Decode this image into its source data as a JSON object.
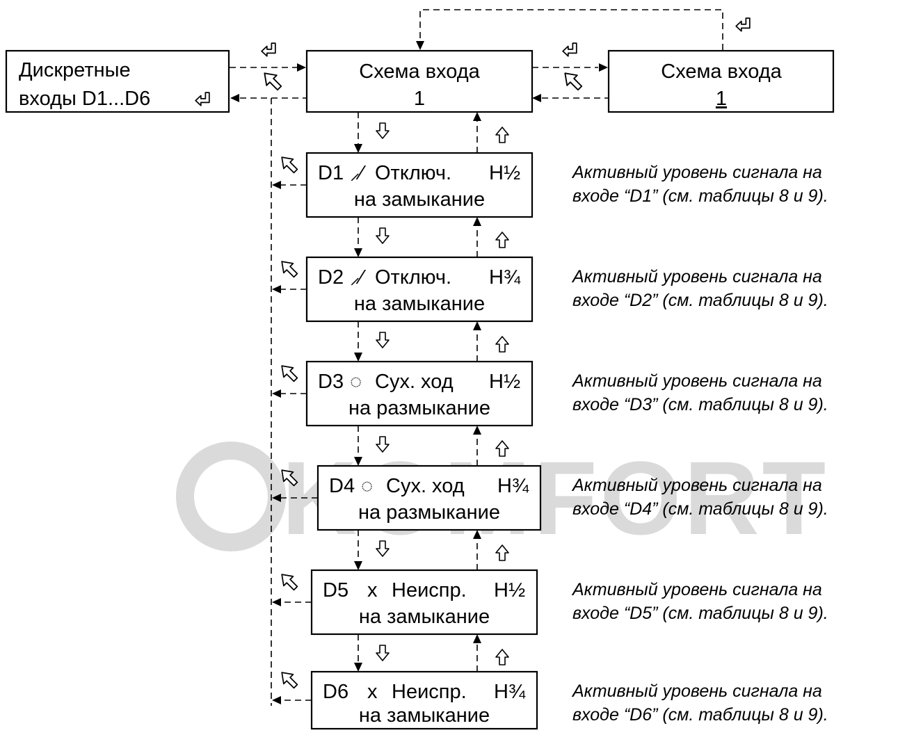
{
  "watermark": "KOMFORT",
  "root": {
    "line1": "Дискретные",
    "line2": "входы D1...D6",
    "enter_icon": "enter-key-icon"
  },
  "scheme_view": {
    "line1": "Схема входа",
    "line2": "1"
  },
  "scheme_edit": {
    "line1": "Схема входа",
    "line2": "1"
  },
  "inputs": [
    {
      "id": "D1",
      "icon": "disable-switch-icon",
      "glyph": "⸝⁄",
      "mode": "Отключ.",
      "level": "H½",
      "contact": "на замыкание",
      "note1": "Активный уровень сигнала на",
      "note2": "входе “D1” (см. таблицы 8 и 9)."
    },
    {
      "id": "D2",
      "icon": "disable-switch-icon",
      "glyph": "⸝⁄",
      "mode": "Отключ.",
      "level": "H¾",
      "contact": "на замыкание",
      "note1": "Активный уровень сигнала на",
      "note2": "входе “D2” (см. таблицы 8 и 9)."
    },
    {
      "id": "D3",
      "icon": "dry-run-circle-icon",
      "glyph": "◌",
      "mode": "Сух. ход",
      "level": "H½",
      "contact": "на размыкание",
      "note1": "Активный уровень сигнала на",
      "note2": "входе “D3” (см. таблицы 8 и 9)."
    },
    {
      "id": "D4",
      "icon": "dry-run-circle-icon",
      "glyph": "◌",
      "mode": "Сух. ход",
      "level": "H¾",
      "contact": "на размыкание",
      "note1": "Активный уровень сигнала на",
      "note2": "входе “D4” (см. таблицы 8 и 9)."
    },
    {
      "id": "D5",
      "icon": "fault-x-icon",
      "glyph": "x",
      "mode": "Неиспр.",
      "level": "H½",
      "contact": "на замыкание",
      "note1": "Активный уровень сигнала на",
      "note2": "входе “D5” (см. таблицы 8 и 9)."
    },
    {
      "id": "D6",
      "icon": "fault-x-icon",
      "glyph": "x",
      "mode": "Неиспр.",
      "level": "H¾",
      "contact": "на замыкание",
      "note1": "Активный уровень сигнала на",
      "note2": "входе “D6” (см. таблицы 8 и 9)."
    }
  ],
  "icons": {
    "enter": "enter-key-icon",
    "escape": "escape-arrow-icon",
    "down": "down-arrow-icon",
    "up": "up-arrow-icon"
  }
}
